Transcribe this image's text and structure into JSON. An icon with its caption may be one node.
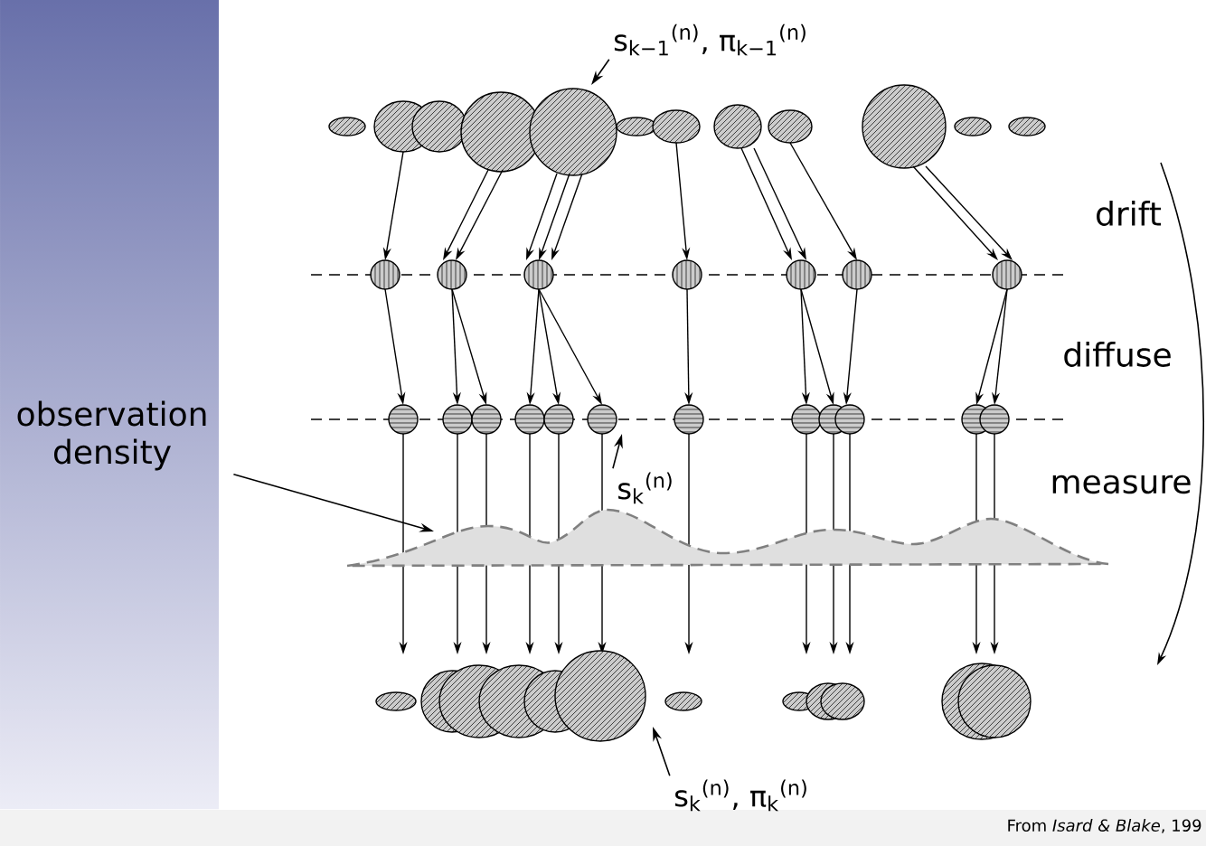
{
  "diagram": {
    "nodes": [
      {
        "text": [
          "s$_{k−1}$$^{(n)}$, π$_{k−1}$$^{(n)}$"
        ]
      },
      {
        "text": [
          "observation density"
        ]
      },
      {
        "text": [
          "s$_{k}$$^{(n)}$"
        ]
      },
      {
        "text": [
          "s$_{k}$$^{(n)}$, π$_{k}$$^{(n)}$"
        ]
      },
      {
        "text": [],
        "shape": "curve"
      }
    ],
    "edges": [
      {
        "from": 0,
        "to": null,
        "arrow": "to"
      },
      {
        "from": 1,
        "to": 4,
        "arrow": "to"
      },
      {
        "from": 2,
        "to": null,
        "arrow": "to"
      },
      {
        "from": 3,
        "to": null,
        "arrow": "to"
      }
    ],
    "labels": [
      "drift",
      "diffuse",
      "measure",
      "From *Isard & Blake*, 199"
    ]
  }
}
